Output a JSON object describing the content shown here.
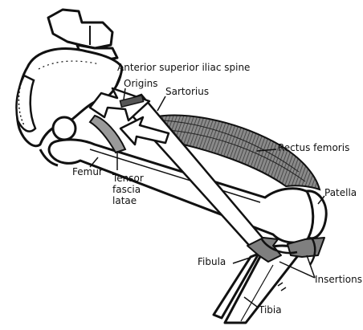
{
  "labels": {
    "asis": "Anterior superior iliac spine",
    "origins": "Origins",
    "sartorius": "Sartorius",
    "rectus": "Rectus femoris",
    "femur": "Femur",
    "tensor_1": "Tensor",
    "tensor_2": "fascia",
    "tensor_3": "latae",
    "patella": "Patella",
    "fibula": "Fibula",
    "insertions": "Insertions",
    "tibia": "Tibia"
  },
  "colors": {
    "ink": "#111111",
    "muscle_shade": "#6e6e6e",
    "insertion_arrow": "#808080",
    "bone_fill": "#ffffff"
  }
}
